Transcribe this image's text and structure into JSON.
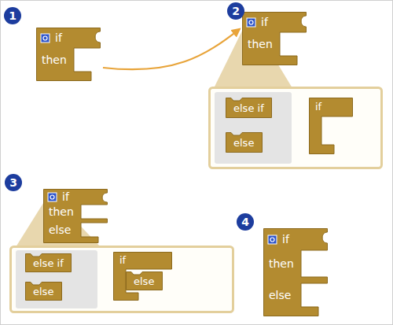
{
  "diagram": {
    "nodes": [
      {
        "text": [
          "if",
          "then"
        ]
      },
      {
        "text": [
          "if",
          "then"
        ]
      },
      {
        "text": []
      },
      {
        "text": [
          "else if"
        ],
        "in": 2
      },
      {
        "text": [
          "else"
        ],
        "in": 2
      },
      {
        "text": [
          "if"
        ],
        "in": 2
      },
      {
        "text": [
          "if",
          "then",
          "else"
        ]
      },
      {
        "text": []
      },
      {
        "text": [
          "else if"
        ],
        "in": 7
      },
      {
        "text": [
          "else"
        ],
        "in": 7
      },
      {
        "text": [
          "if"
        ],
        "in": 7
      },
      {
        "text": [
          "else"
        ],
        "in": 10
      },
      {
        "text": [
          "if",
          "then",
          "else"
        ]
      }
    ],
    "edges": [
      {
        "from": 0,
        "to": 1,
        "arrow": "to"
      },
      {
        "from": 4,
        "to": 5,
        "arrow": "to"
      },
      {
        "from": 9,
        "to": 11,
        "arrow": "to"
      }
    ],
    "labels": [
      "1",
      "2",
      "3",
      "4"
    ]
  }
}
